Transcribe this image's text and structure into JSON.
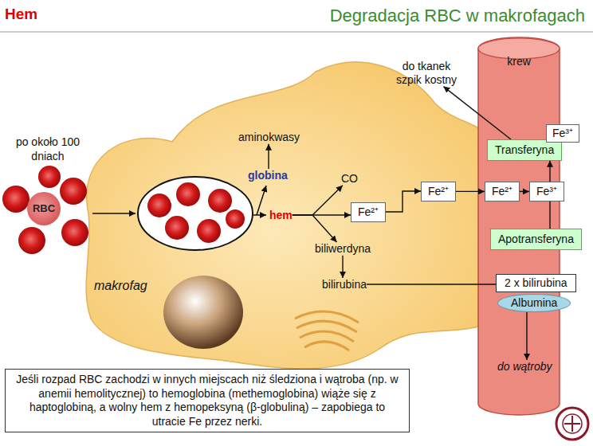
{
  "diagram": {
    "title": "Degradacja RBC w makrofagach",
    "caption": "Jeśli rozpad RBC zachodzi w innych miejscach niż śledziona i wątroba (np. w anemii hemolitycznej) to hemoglobina (methemoglobina) wiąże się z haptoglobiną, a wolny hem z hemopeksyną (β-globuliną) – zapobiega to utracie Fe przez nerki.",
    "nodes": [
      {
        "text": [
          "RBC"
        ]
      },
      {
        "text": [
          "makrofag"
        ]
      },
      {
        "text": [
          "aminokwasy"
        ],
        "in": 1
      },
      {
        "text": [
          "globina"
        ],
        "in": 1
      },
      {
        "text": [
          "hem"
        ],
        "in": 1
      },
      {
        "text": [
          "CO"
        ],
        "in": 1
      },
      {
        "text": [
          "Fe²⁺"
        ],
        "in": 1
      },
      {
        "text": [
          "biliwerdyna"
        ],
        "in": 1
      },
      {
        "text": [
          "bilirubina"
        ],
        "in": 1
      },
      {
        "text": [
          "Fe²⁺"
        ],
        "in": 1
      },
      {
        "text": [
          "krew"
        ]
      },
      {
        "text": [
          "Fe³⁺"
        ],
        "in": 10
      },
      {
        "text": [
          "Transferyna"
        ],
        "in": 10
      },
      {
        "text": [
          "Fe²⁺"
        ],
        "in": 10
      },
      {
        "text": [
          "Fe³⁺"
        ],
        "in": 10
      },
      {
        "text": [
          "Apotransferyna"
        ],
        "in": 10
      },
      {
        "text": [
          "2 x bilirubina"
        ],
        "in": 10
      },
      {
        "text": [
          "Albumina"
        ],
        "in": 10
      },
      {
        "text": [
          "do wątroby"
        ],
        "in": 10
      },
      {
        "text": [
          "do tkanek szpik kostny"
        ]
      }
    ],
    "edges": [
      {
        "from": 3,
        "to": 2,
        "arrow": "to"
      },
      {
        "from": 4,
        "to": 5,
        "arrow": "to"
      },
      {
        "from": 4,
        "to": 6,
        "arrow": "to"
      },
      {
        "from": 4,
        "to": 7,
        "arrow": "to"
      },
      {
        "from": 7,
        "to": 8,
        "arrow": "to"
      },
      {
        "from": 6,
        "to": 9,
        "arrow": "to"
      },
      {
        "from": 9,
        "to": 13,
        "arrow": "to"
      },
      {
        "from": 13,
        "to": 14,
        "arrow": "to"
      },
      {
        "from": 14,
        "to": 12,
        "arrow": "to"
      },
      {
        "from": 15,
        "to": 14,
        "arrow": "none"
      },
      {
        "from": 12,
        "to": 19,
        "arrow": "to"
      },
      {
        "from": 8,
        "to": 16,
        "arrow": "none"
      },
      {
        "from": 17,
        "to": 18,
        "arrow": "to"
      }
    ],
    "labels": [
      "Hem",
      "po około 100 dniach"
    ]
  }
}
